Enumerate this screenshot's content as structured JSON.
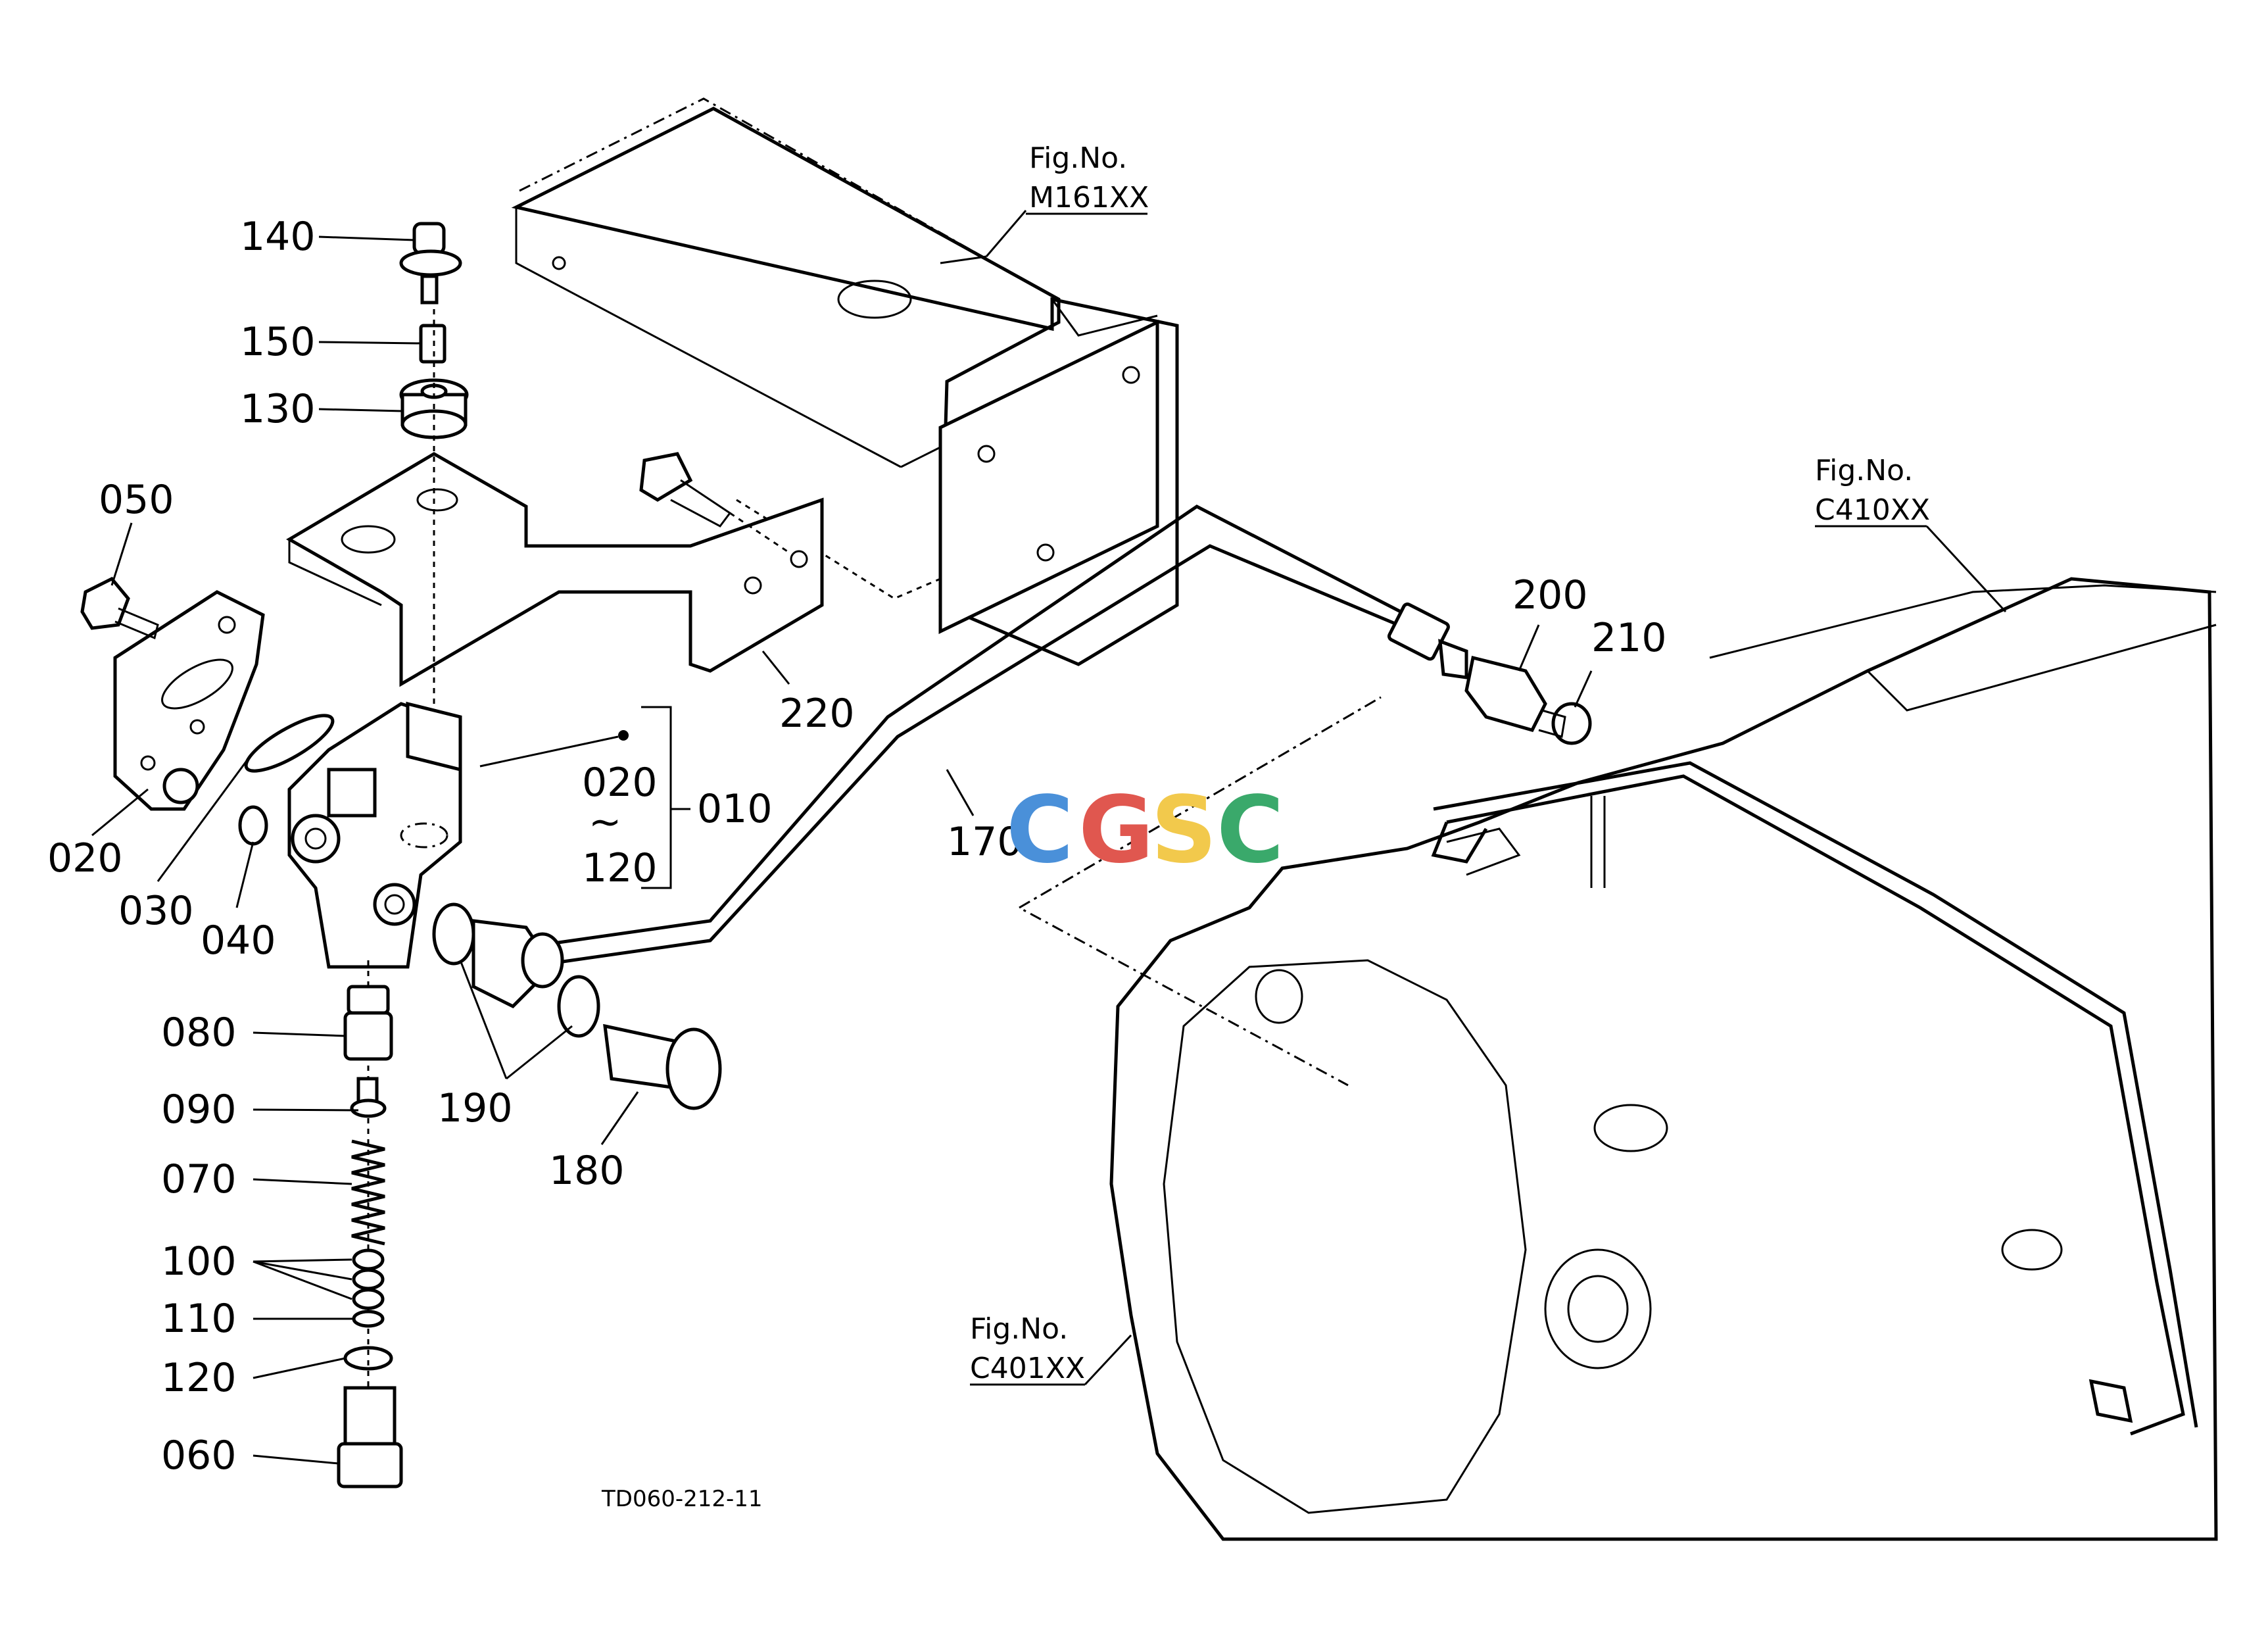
{
  "parts": {
    "p140": "140",
    "p150": "150",
    "p130": "130",
    "p050": "050",
    "p020": "020",
    "p030": "030",
    "p040": "040",
    "p080": "080",
    "p090": "090",
    "p070": "070",
    "p100": "100",
    "p110": "110",
    "p120": "120",
    "p060": "060",
    "p190": "190",
    "p180": "180",
    "p170": "170",
    "p220": "220",
    "p200": "200",
    "p210": "210",
    "p010": "010",
    "range_from": "020",
    "range_tilde": "~",
    "range_to": "120"
  },
  "refs": {
    "fig_label_1": "Fig.No.",
    "fig_code_1": "M161XX",
    "fig_label_2": "Fig.No.",
    "fig_code_2": "C410XX",
    "fig_label_3": "Fig.No.",
    "fig_code_3": "C401XX"
  },
  "drawing_code": "TD060-212-11",
  "watermark": {
    "letters": [
      "C",
      "G",
      "S",
      "C"
    ],
    "colors": [
      "#4a90d9",
      "#e0574f",
      "#f2c94c",
      "#3aa96b"
    ]
  }
}
